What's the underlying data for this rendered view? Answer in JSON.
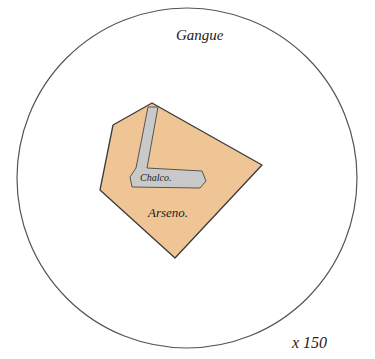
{
  "diagram": {
    "nodes": [
      {
        "text": [
          "Gangue"
        ]
      },
      {
        "text": [
          "Arseno."
        ],
        "in": 0
      },
      {
        "text": [
          "Chalco."
        ],
        "in": 1
      }
    ],
    "labels": [
      "x 150"
    ]
  }
}
